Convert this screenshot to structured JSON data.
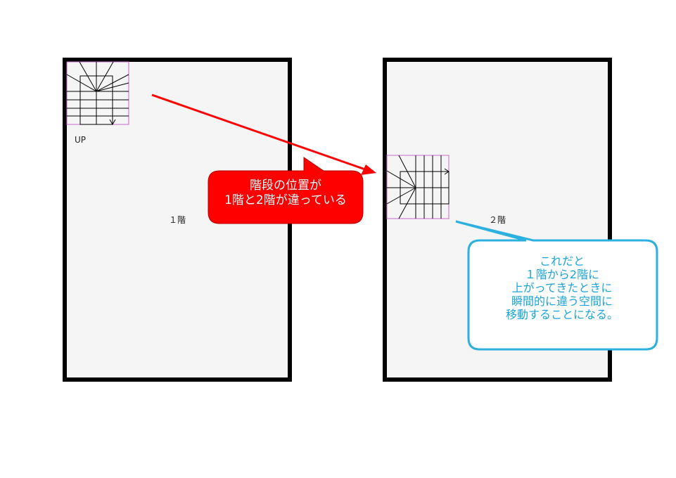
{
  "floors": [
    {
      "id": "floor-1",
      "label": "１階",
      "stair_label": "UP"
    },
    {
      "id": "floor-2",
      "label": "２階"
    }
  ],
  "callouts": {
    "red": {
      "text": "階段の位置が\n1階と2階が違っている",
      "color": "#ff0000"
    },
    "blue": {
      "text": "これだと\n１階から2階に\n上がってきたときに\n瞬間的に違う空間に\n移動することになる。",
      "color": "#1aa3d9"
    }
  },
  "colors": {
    "wall": "#000000",
    "floor_fill": "#f5f5f5",
    "stair_outline": "#cc66cc",
    "arrow": "#ff0000"
  }
}
